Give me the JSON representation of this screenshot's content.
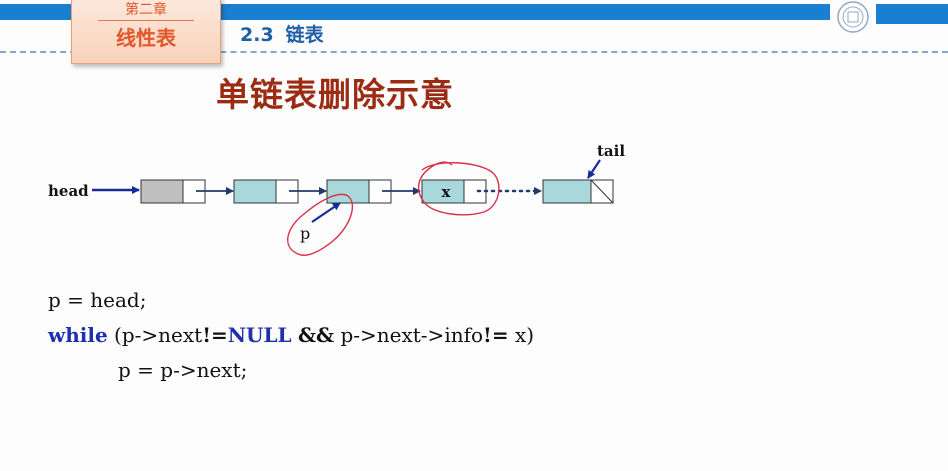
{
  "header": {
    "chapter_number": "第二章",
    "chapter_title": "线性表",
    "section_number": "2.3",
    "section_title": "链表"
  },
  "slide": {
    "title": "单链表删除示意"
  },
  "diagram": {
    "head_label": "head",
    "tail_label": "tail",
    "pointer_label": "p",
    "target_label": "x"
  },
  "code": {
    "line1": "p = head;",
    "line2": {
      "keyword": "while",
      "part1": " (p->next",
      "op1": "!=",
      "null": "NULL",
      "space1": " ",
      "and": "&&",
      "part2": " p->next->info",
      "op2": "!=",
      "part3": " x)"
    },
    "line3": "p = p->next;"
  },
  "colors": {
    "accent_blue": "#1a7fd0",
    "title_red": "#9c2b14",
    "node_fill": "#a8d8dc",
    "head_node_fill": "#c0c0c0",
    "keyword_blue": "#1e2fb0",
    "annotation_red": "#d9304a"
  }
}
